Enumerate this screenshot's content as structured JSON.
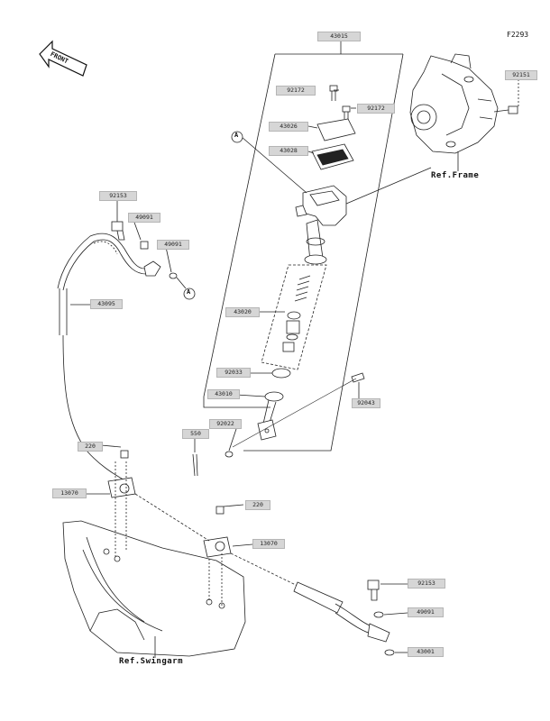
{
  "figure_code": "F2293",
  "front_marker": "FRONT",
  "ref_labels": {
    "frame": "Ref.Frame",
    "swingarm": "Ref.Swingarm"
  },
  "callout_letter": "A",
  "parts": {
    "master_cylinder_assy": "43015",
    "bolt_92172_a": "92172",
    "bolt_92172_b": "92172",
    "cap_43026": "43026",
    "diaphragm_43028": "43028",
    "bolt_92151": "92151",
    "bolt_92153_a": "92153",
    "gasket_49091_a": "49091",
    "gasket_49091_b": "49091",
    "hose_43095": "43095",
    "piston_kit_43020": "43020",
    "ring_92033": "92033",
    "boot_43010": "43010",
    "pin_92043": "92043",
    "cotter_550": "550",
    "washer_92022": "92022",
    "bolt_220_a": "220",
    "bolt_220_b": "220",
    "clamp_13070_a": "13070",
    "clamp_13070_b": "13070",
    "bolt_92153_b": "92153",
    "gasket_49091_c": "49091",
    "gasket_43001": "43001"
  }
}
